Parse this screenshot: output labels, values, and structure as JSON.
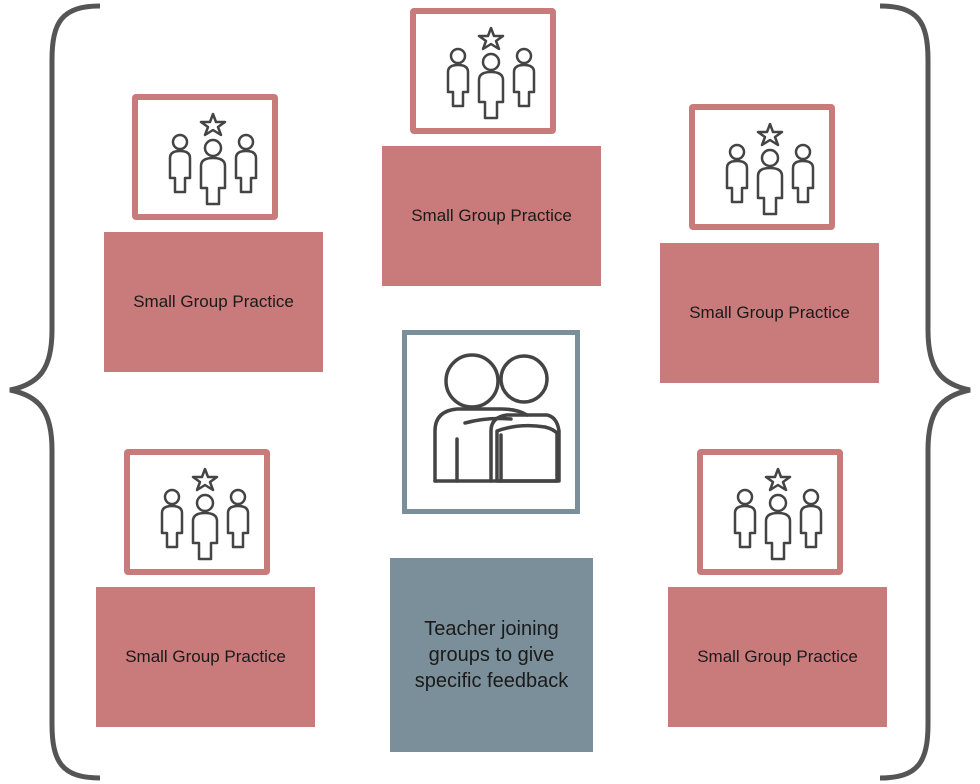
{
  "groups": [
    {
      "label": "Small Group Practice"
    },
    {
      "label": "Small Group Practice"
    },
    {
      "label": "Small Group Practice"
    },
    {
      "label": "Small Group Practice"
    },
    {
      "label": "Small Group Practice"
    }
  ],
  "teacher": {
    "label": "Teacher joining groups to give specific feedback"
  },
  "icons": {
    "group": "group-with-star-icon",
    "teacher": "teacher-student-reading-icon"
  },
  "colors": {
    "group": "#c87b7a",
    "teacher": "#7a8f99",
    "brace": "#555555"
  }
}
